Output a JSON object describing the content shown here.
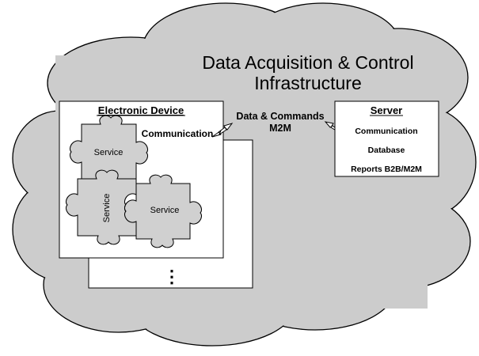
{
  "cloud": {
    "title_line1": "Data Acquisition & Control",
    "title_line2": "Infrastructure"
  },
  "device": {
    "title": "Electronic Device",
    "communication": "Communication",
    "services": [
      "Service",
      "Service",
      "Service"
    ],
    "more": "⋮"
  },
  "link": {
    "line1": "Data & Commands",
    "line2": "M2M"
  },
  "server": {
    "title": "Server",
    "items": [
      "Communication",
      "Database",
      "Reports B2B/M2M"
    ]
  },
  "colors": {
    "cloud_fill": "#cccccc",
    "puzzle_fill": "#d0d0d0",
    "box_fill": "#ffffff",
    "stroke": "#000000"
  }
}
